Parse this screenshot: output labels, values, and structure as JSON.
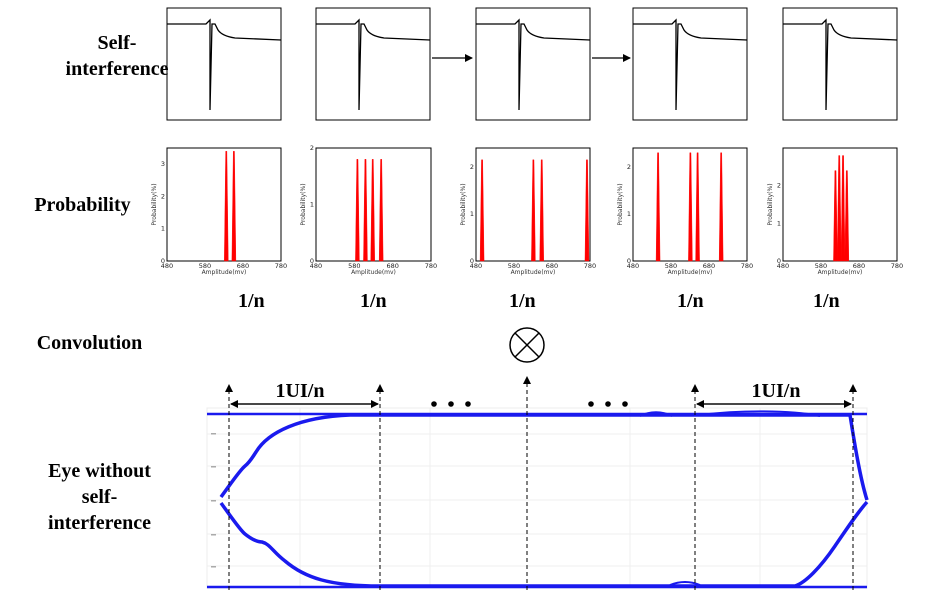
{
  "labels": {
    "self_interference": "Self-\ninterference",
    "probability": "Probability",
    "convolution": "Convolution",
    "eye": "Eye without\nself-\ninterference",
    "ui_left": "1UI/n",
    "ui_right": "1UI/n"
  },
  "fractions": [
    "1/n",
    "1/n",
    "1/n",
    "1/n",
    "1/n"
  ],
  "colors": {
    "pulse": "#000000",
    "histogram": "#ff0000",
    "eye": "#1a1aee",
    "frame": "#000000"
  },
  "icons": {
    "convolution_symbol": "circled-times-icon",
    "ellipsis": "ellipsis-icon"
  },
  "probability_axes": {
    "xlabel": "Amplitude(mv)",
    "ylabel": "Probability(%)",
    "xticks": [
      "480",
      "580",
      "680",
      "780"
    ]
  },
  "histograms": [
    {
      "yticks": [
        "0",
        "1",
        "2",
        "3"
      ],
      "ymax": 3.5,
      "peaks": [
        [
          636,
          3.4
        ],
        [
          656,
          3.4
        ]
      ]
    },
    {
      "yticks": [
        "0",
        "1",
        "2"
      ],
      "ymax": 2.0,
      "peaks": [
        [
          588,
          1.8
        ],
        [
          609,
          1.8
        ],
        [
          628,
          1.8
        ],
        [
          650,
          1.8
        ]
      ]
    },
    {
      "yticks": [
        "0",
        "1",
        "2"
      ],
      "ymax": 2.4,
      "peaks": [
        [
          496,
          2.15
        ],
        [
          631,
          2.15
        ],
        [
          653,
          2.15
        ],
        [
          772,
          2.15
        ]
      ]
    },
    {
      "yticks": [
        "0",
        "1",
        "2"
      ],
      "ymax": 2.4,
      "peaks": [
        [
          546,
          2.3
        ],
        [
          631,
          2.3
        ],
        [
          650,
          2.3
        ],
        [
          712,
          2.3
        ]
      ]
    },
    {
      "yticks": [
        "0",
        "1",
        "2"
      ],
      "ymax": 3.0,
      "peaks": [
        [
          618,
          2.4
        ],
        [
          628,
          2.8
        ],
        [
          638,
          2.8
        ],
        [
          648,
          2.4
        ]
      ]
    }
  ]
}
